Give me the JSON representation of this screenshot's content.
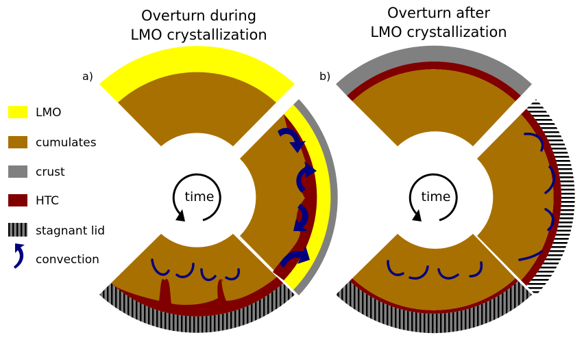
{
  "panels": [
    {
      "letter": "a)",
      "title_line1": "Overturn during",
      "title_line2": "LMO crystallization",
      "center_label": "time"
    },
    {
      "letter": "b)",
      "title_line1": "Overturn after",
      "title_line2": "LMO crystallization",
      "center_label": "time"
    }
  ],
  "legend": {
    "lmo": "LMO",
    "cumulates": "cumulates",
    "crust": "crust",
    "htc": "HTC",
    "stagnant_lid": "stagnant lid",
    "convection": "convection"
  },
  "colors": {
    "lmo": "#ffff00",
    "cumulates": "#a87000",
    "crust": "#808080",
    "htc": "#800000",
    "convection_arrow": "#000080",
    "stagnant_lid_hatch": "#000000"
  }
}
